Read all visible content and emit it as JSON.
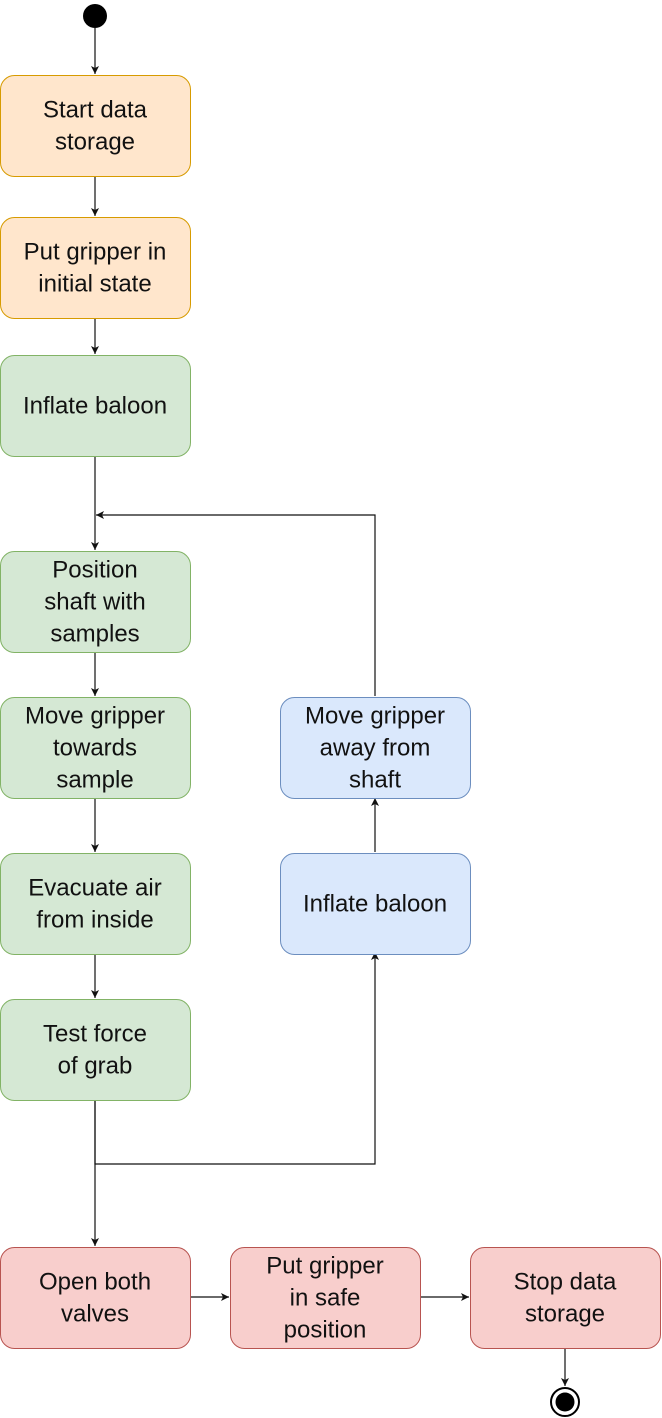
{
  "diagram": {
    "type": "activity-diagram",
    "nodes": [
      {
        "id": "start-data-storage",
        "lines": [
          "Start data",
          "storage"
        ],
        "color": "orange"
      },
      {
        "id": "put-gripper-initial-state",
        "lines": [
          "Put gripper in",
          "initial state"
        ],
        "color": "orange"
      },
      {
        "id": "inflate-baloon-1",
        "lines": [
          "Inflate baloon"
        ],
        "color": "green"
      },
      {
        "id": "position-shaft-with-samples",
        "lines": [
          "Position",
          "shaft with",
          "samples"
        ],
        "color": "green"
      },
      {
        "id": "move-gripper-towards-sample",
        "lines": [
          "Move gripper",
          "towards",
          "sample"
        ],
        "color": "green"
      },
      {
        "id": "evacuate-air-from-inside",
        "lines": [
          "Evacuate air",
          "from inside"
        ],
        "color": "green"
      },
      {
        "id": "test-force-of-grab",
        "lines": [
          "Test force",
          "of grab"
        ],
        "color": "green"
      },
      {
        "id": "inflate-baloon-2",
        "lines": [
          "Inflate baloon"
        ],
        "color": "blue"
      },
      {
        "id": "move-gripper-away-from-shaft",
        "lines": [
          "Move gripper",
          "away from",
          "shaft"
        ],
        "color": "blue"
      },
      {
        "id": "open-both-valves",
        "lines": [
          "Open both",
          "valves"
        ],
        "color": "red"
      },
      {
        "id": "put-gripper-safe-position",
        "lines": [
          "Put gripper",
          "in safe",
          "position"
        ],
        "color": "red"
      },
      {
        "id": "stop-data-storage",
        "lines": [
          "Stop data",
          "storage"
        ],
        "color": "red"
      }
    ],
    "edges": [
      {
        "from": "initial-node",
        "to": "start-data-storage"
      },
      {
        "from": "start-data-storage",
        "to": "put-gripper-initial-state"
      },
      {
        "from": "put-gripper-initial-state",
        "to": "inflate-baloon-1"
      },
      {
        "from": "inflate-baloon-1",
        "to": "position-shaft-with-samples"
      },
      {
        "from": "position-shaft-with-samples",
        "to": "move-gripper-towards-sample"
      },
      {
        "from": "move-gripper-towards-sample",
        "to": "evacuate-air-from-inside"
      },
      {
        "from": "evacuate-air-from-inside",
        "to": "test-force-of-grab"
      },
      {
        "from": "test-force-of-grab",
        "to": "inflate-baloon-2"
      },
      {
        "from": "inflate-baloon-2",
        "to": "move-gripper-away-from-shaft"
      },
      {
        "from": "move-gripper-away-from-shaft",
        "to": "position-shaft-with-samples"
      },
      {
        "from": "test-force-of-grab",
        "to": "open-both-valves"
      },
      {
        "from": "open-both-valves",
        "to": "put-gripper-safe-position"
      },
      {
        "from": "put-gripper-safe-position",
        "to": "stop-data-storage"
      },
      {
        "from": "stop-data-storage",
        "to": "final-node"
      }
    ],
    "colors": {
      "orange": {
        "fill": "#ffe6cc",
        "stroke": "#d79b00"
      },
      "green": {
        "fill": "#d5e8d4",
        "stroke": "#82b366"
      },
      "blue": {
        "fill": "#dae8fc",
        "stroke": "#6c8ebf"
      },
      "red": {
        "fill": "#f8cecc",
        "stroke": "#b85450"
      },
      "line": "#111111"
    }
  }
}
